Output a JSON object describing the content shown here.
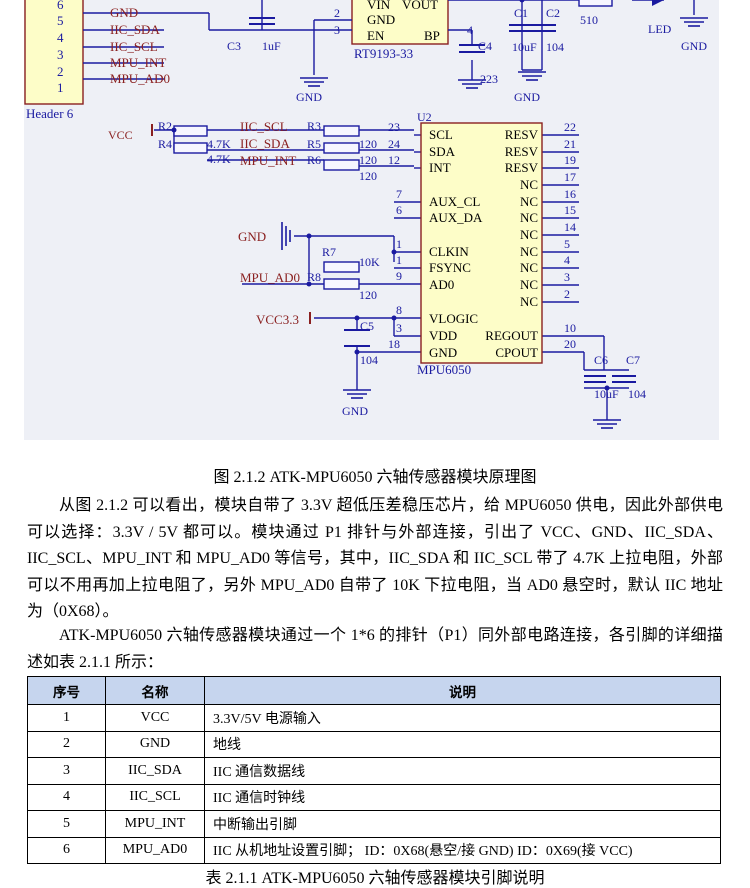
{
  "schematic": {
    "header": {
      "label": "Header 6",
      "pins": [
        "6",
        "5",
        "4",
        "3",
        "2",
        "1"
      ],
      "signals": [
        "GND",
        "IIC_SDA",
        "IIC_SCL",
        "MPU_INT",
        "MPU_AD0"
      ]
    },
    "regulator": {
      "name": "RT9193-33",
      "pins": [
        "VIN",
        "VOUT",
        "GND",
        "EN",
        "BP"
      ],
      "pin_numbers": [
        "2",
        "3",
        "4"
      ]
    },
    "caps_top": {
      "c3": "C3",
      "c3_val": "1uF",
      "c1": "C1",
      "c2": "C2",
      "c1_val": "10uF",
      "c2_val": "104",
      "c4": "C4",
      "c4_val": "223",
      "r510": "510",
      "led": "LED"
    },
    "gnd": "GND",
    "vcc": "VCC",
    "vcc33": "VCC3.3",
    "resistors": {
      "r2": "R2",
      "r4": "R4",
      "r3": "R3",
      "r5": "R5",
      "r6": "R6",
      "r7": "R7",
      "r8": "R8",
      "v47": "4.7K",
      "v120": "120",
      "v10k": "10K"
    },
    "nets": {
      "scl": "IIC_SCL",
      "sda": "IIC_SDA",
      "int": "MPU_INT",
      "ad0": "MPU_AD0"
    },
    "chip": {
      "ref": "U2",
      "name": "MPU6050",
      "left_pins": [
        "SCL",
        "SDA",
        "INT",
        "AUX_CL",
        "AUX_DA",
        "CLKIN",
        "FSYNC",
        "AD0",
        "VLOGIC",
        "VDD",
        "GND"
      ],
      "left_nums": [
        "23",
        "24",
        "12",
        "7",
        "6",
        "1",
        "1",
        "9",
        "8",
        "3",
        "18"
      ],
      "right_pins": [
        "RESV",
        "RESV",
        "RESV",
        "NC",
        "NC",
        "NC",
        "NC",
        "NC",
        "NC",
        "NC",
        "NC",
        "REGOUT",
        "CPOUT"
      ],
      "right_nums": [
        "22",
        "21",
        "19",
        "17",
        "16",
        "15",
        "14",
        "5",
        "4",
        "3",
        "2",
        "10",
        "20"
      ]
    },
    "caps_bottom": {
      "c5": "C5",
      "c5_val": "104",
      "c6": "C6",
      "c7": "C7",
      "c6_val": "10uF",
      "c7_val": "104"
    }
  },
  "figure_caption": "图 2.1.2 ATK-MPU6050 六轴传感器模块原理图",
  "paragraph1": "从图 2.1.2 可以看出，模块自带了 3.3V 超低压差稳压芯片，给 MPU6050 供电，因此外部供电可以选择：3.3V / 5V 都可以。模块通过 P1 排针与外部连接，引出了 VCC、GND、IIC_SDA、IIC_SCL、MPU_INT 和 MPU_AD0 等信号，其中，IIC_SDA 和 IIC_SCL 带了 4.7K 上拉电阻，外部可以不用再加上拉电阻了，另外 MPU_AD0 自带了 10K 下拉电阻，当 AD0 悬空时，默认 IIC 地址为（0X68）。",
  "paragraph2": "ATK-MPU6050 六轴传感器模块通过一个 1*6 的排针（P1）同外部电路连接，各引脚的详细描述如表 2.1.1 所示：",
  "table": {
    "headers": [
      "序号",
      "名称",
      "说明"
    ],
    "rows": [
      [
        "1",
        "VCC",
        "3.3V/5V 电源输入"
      ],
      [
        "2",
        "GND",
        "地线"
      ],
      [
        "3",
        "IIC_SDA",
        "IIC 通信数据线"
      ],
      [
        "4",
        "IIC_SCL",
        "IIC 通信时钟线"
      ],
      [
        "5",
        "MPU_INT",
        "中断输出引脚"
      ],
      [
        "6",
        "MPU_AD0",
        "IIC 从机地址设置引脚；  ID：0X68(悬空/接 GND)   ID：0X69(接 VCC)"
      ]
    ]
  },
  "table_caption": "表 2.1.1 ATK-MPU6050 六轴传感器模块引脚说明"
}
